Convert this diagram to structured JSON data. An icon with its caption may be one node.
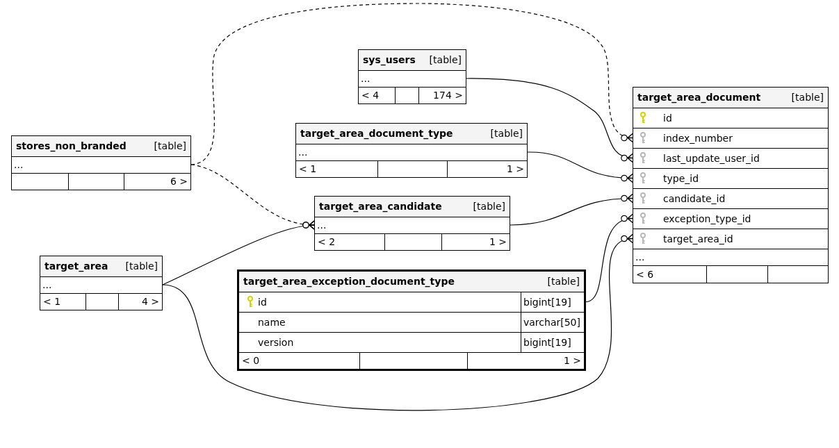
{
  "diagram": {
    "nodes": [
      {
        "text": [
          "sys_users",
          "[table]"
        ]
      },
      {
        "text": [
          "..."
        ],
        "in": 0
      },
      {
        "text": [
          "< 4",
          "174 >"
        ],
        "in": 0
      },
      {
        "text": [
          "target_area_document",
          "[table]"
        ]
      },
      {
        "text": [
          "id"
        ],
        "in": 3
      },
      {
        "text": [
          "index_number"
        ],
        "in": 3
      },
      {
        "text": [
          "last_update_user_id"
        ],
        "in": 3
      },
      {
        "text": [
          "type_id"
        ],
        "in": 3
      },
      {
        "text": [
          "candidate_id"
        ],
        "in": 3
      },
      {
        "text": [
          "exception_type_id"
        ],
        "in": 3
      },
      {
        "text": [
          "target_area_id"
        ],
        "in": 3
      },
      {
        "text": [
          "..."
        ],
        "in": 3
      },
      {
        "text": [
          "< 6"
        ],
        "in": 3
      },
      {
        "text": [
          "stores_non_branded",
          "[table]"
        ]
      },
      {
        "text": [
          "..."
        ],
        "in": 13
      },
      {
        "text": [
          "6 >"
        ],
        "in": 13
      },
      {
        "text": [
          "target_area_document_type",
          "[table]"
        ]
      },
      {
        "text": [
          "..."
        ],
        "in": 16
      },
      {
        "text": [
          "< 1",
          "1 >"
        ],
        "in": 16
      },
      {
        "text": [
          "target_area_candidate",
          "[table]"
        ]
      },
      {
        "text": [
          "..."
        ],
        "in": 19
      },
      {
        "text": [
          "< 2",
          "1 >"
        ],
        "in": 19
      },
      {
        "text": [
          "target_area",
          "[table]"
        ]
      },
      {
        "text": [
          "..."
        ],
        "in": 22
      },
      {
        "text": [
          "< 1",
          "4 >"
        ],
        "in": 22
      },
      {
        "text": [
          "target_area_exception_document_type",
          "[table]"
        ]
      },
      {
        "text": [
          "id",
          "bigint[19]"
        ],
        "in": 25
      },
      {
        "text": [
          "name",
          "varchar[50]"
        ],
        "in": 25
      },
      {
        "text": [
          "version",
          "bigint[19]"
        ],
        "in": 25
      },
      {
        "text": [
          "< 0",
          "1 >"
        ],
        "in": 25
      }
    ],
    "edges": [
      {
        "from": 1,
        "to": 6,
        "arrow": "other"
      },
      {
        "from": 14,
        "to": 5,
        "arrow": "other",
        "style": "dashed"
      },
      {
        "from": 14,
        "to": 20,
        "arrow": "other",
        "style": "dashed"
      },
      {
        "from": 17,
        "to": 7,
        "arrow": "other"
      },
      {
        "from": 20,
        "to": 8,
        "arrow": "other"
      },
      {
        "from": 26,
        "to": 9,
        "arrow": "other"
      },
      {
        "from": 23,
        "to": 20,
        "arrow": "other"
      },
      {
        "from": 23,
        "to": 10,
        "arrow": "other"
      }
    ]
  }
}
